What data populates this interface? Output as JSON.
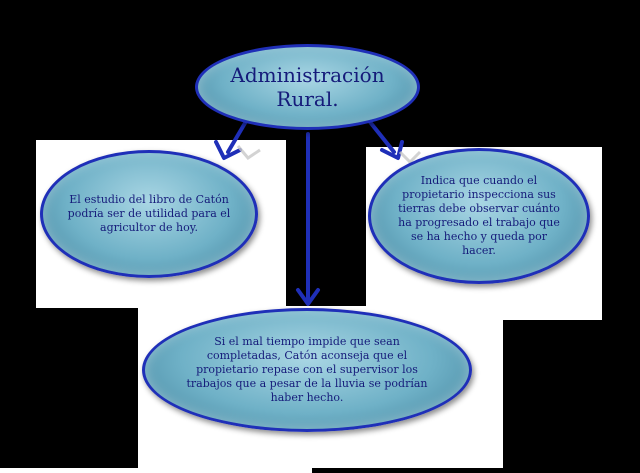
{
  "diagram": {
    "root": {
      "text": "Administración\nRural."
    },
    "left": {
      "text": "El estudio del libro de Catón podría ser de utilidad para el agricultor de hoy."
    },
    "right": {
      "text": "Indica que cuando el propietario inspecciona sus tierras debe observar cuánto ha progresado el trabajo que se ha hecho y queda por hacer."
    },
    "bottom": {
      "text": "Si el mal tiempo impide que sean completadas, Catón aconseja que el propietario repase con el supervisor los trabajos que a pesar de la lluvia se podrían haber hecho."
    },
    "colors": {
      "background": "#000000",
      "panel": "#ffffff",
      "node_border": "#1f2fb8",
      "node_fill": "#6fb1c7",
      "text": "#151b7a",
      "arrow": "#1f2fb8"
    }
  }
}
